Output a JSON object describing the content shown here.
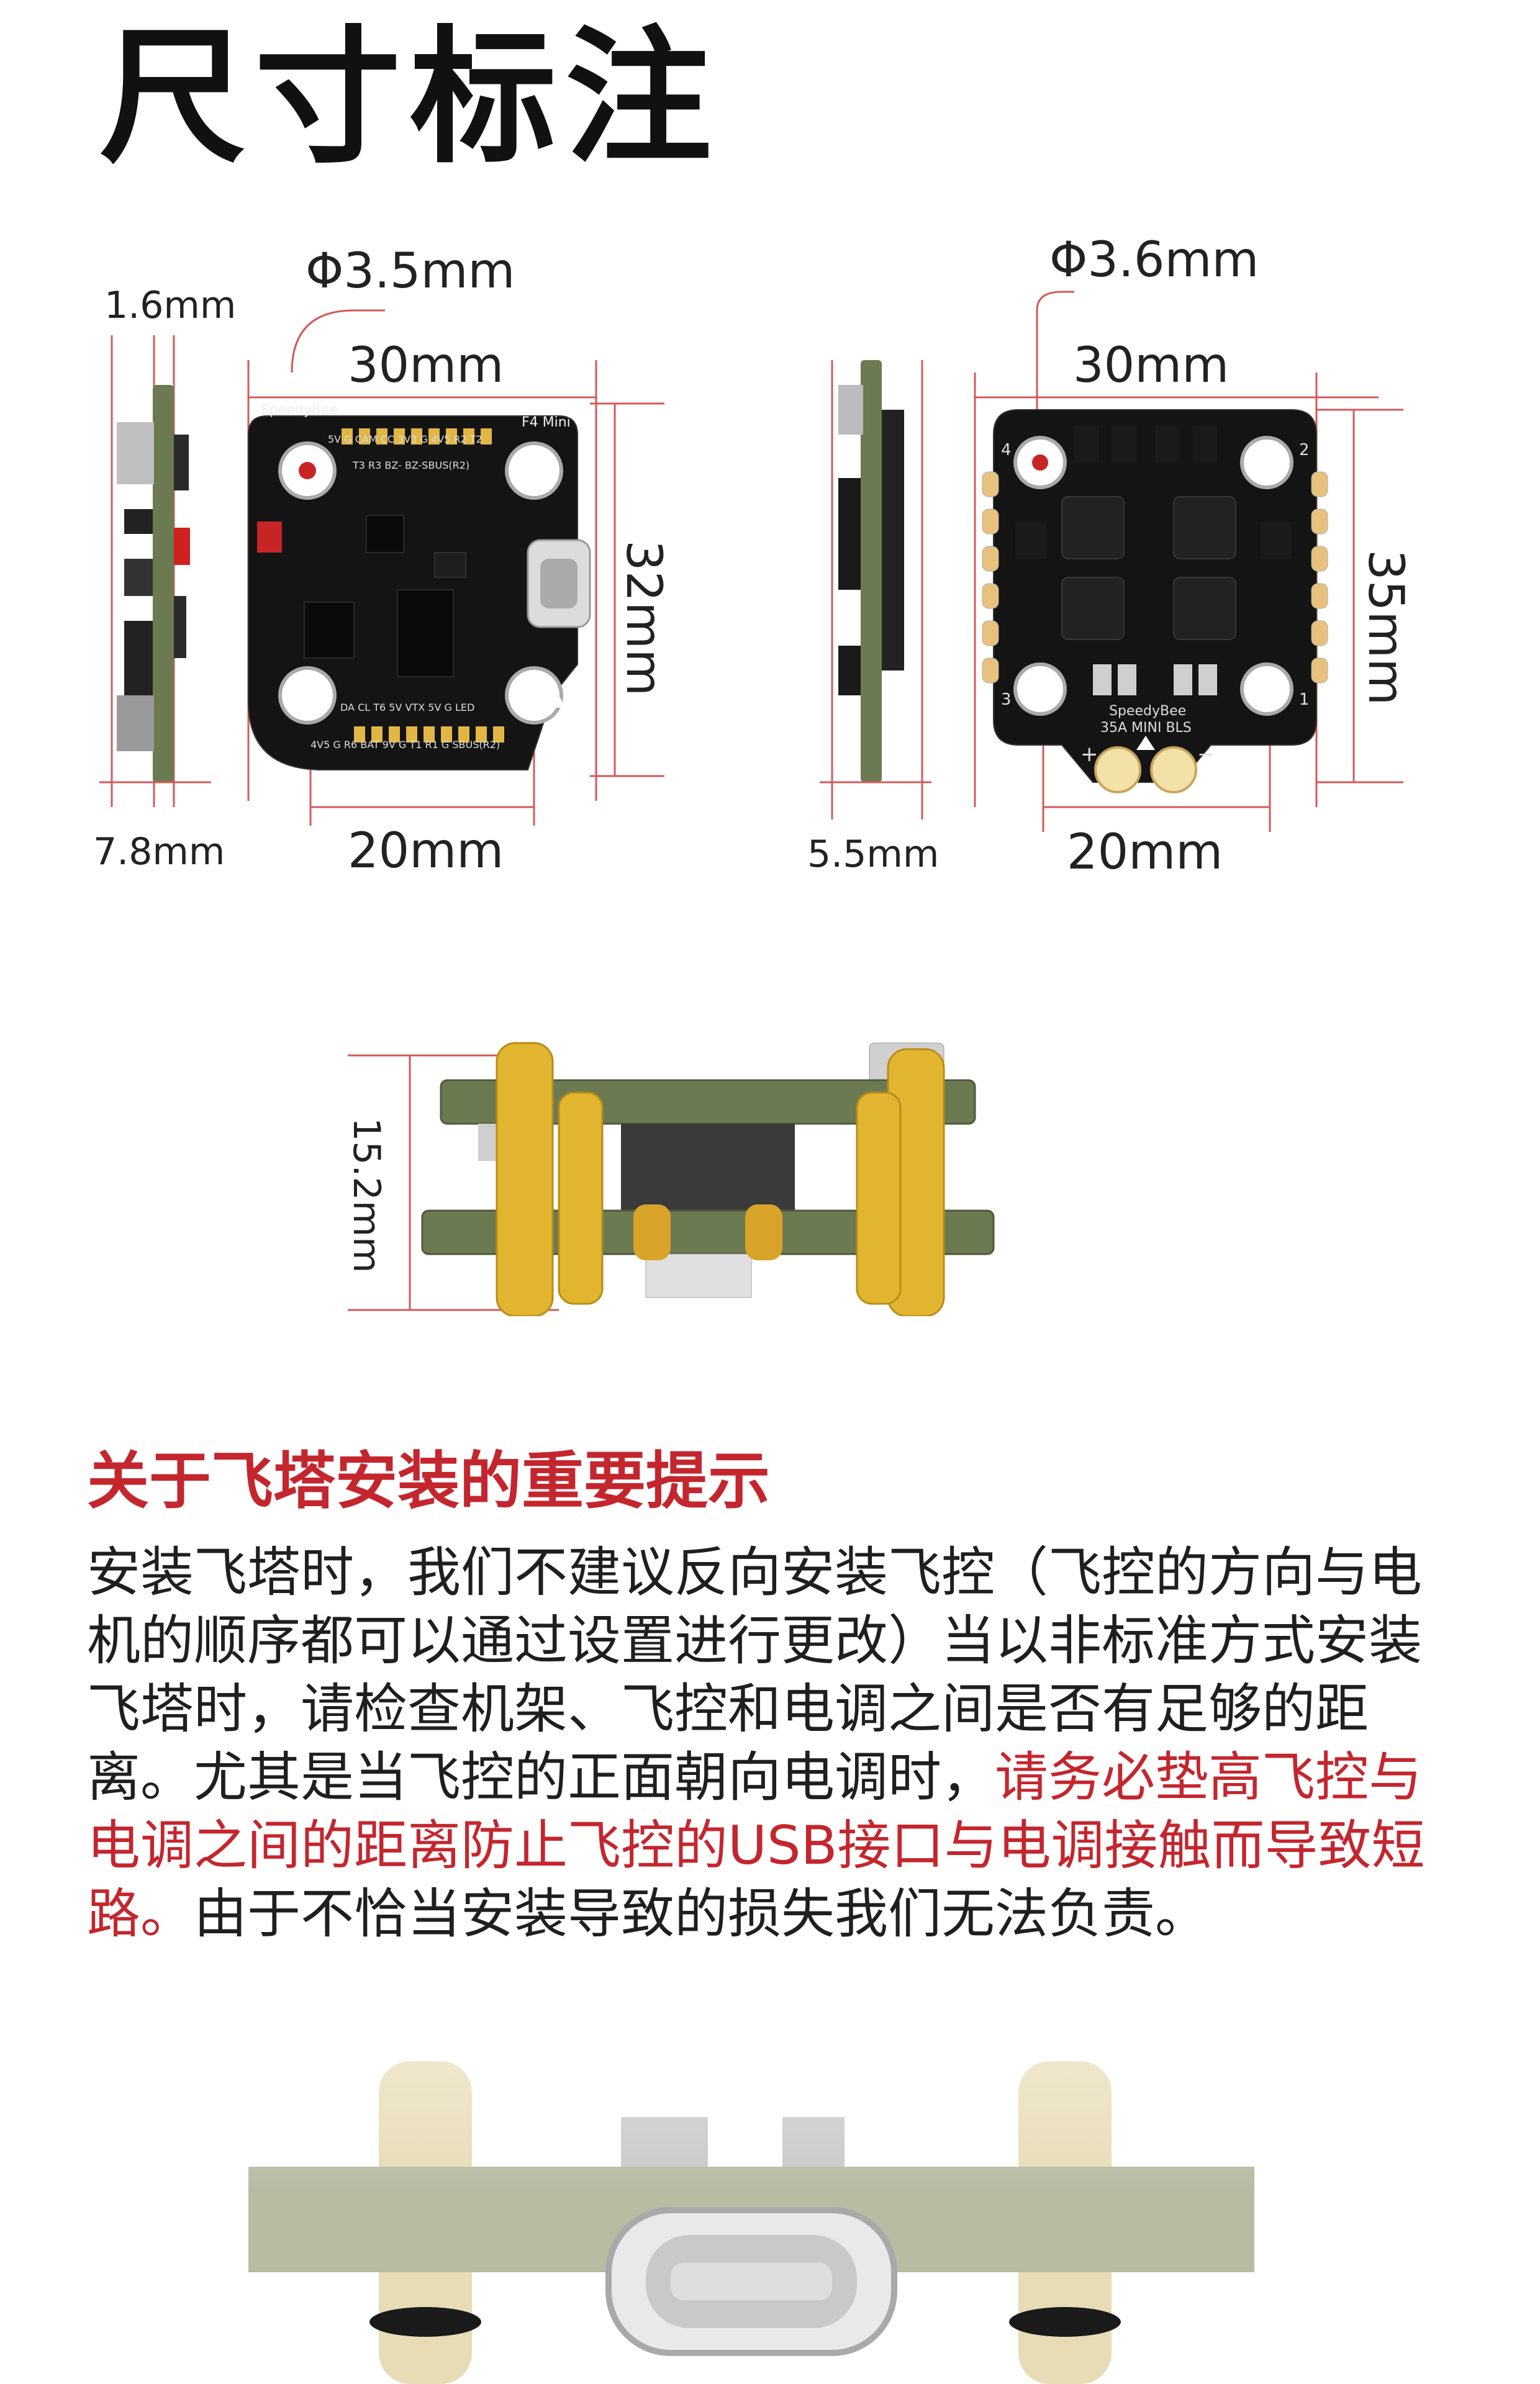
{
  "page": {
    "title": "尺寸标注"
  },
  "fc_board": {
    "side_thickness": "1.6mm",
    "side_height": "7.8mm",
    "hole_diameter": "Φ3.5mm",
    "top_width": "30mm",
    "hole_spacing": "20mm",
    "height": "32mm",
    "brand": "SpeedyBee",
    "model": "F4 Mini",
    "pad_labels_top": "5V G CAM CC 3V3 G 4V5 R2 T2",
    "pad_labels_row2": "T3 R3 BZ- BZ-SBUS(R2)",
    "pad_labels_bottom": "DA CL T6 5V VTX 5V G LED",
    "pad_labels_bottom2": "4V5 G R6 BAT 9V G T1 R1 G SBUS(R2)"
  },
  "esc_board": {
    "side_height": "5.5mm",
    "hole_diameter": "Φ3.6mm",
    "top_width": "30mm",
    "hole_spacing": "20mm",
    "height": "35mm",
    "label_line1": "SpeedyBee",
    "label_line2": "35A MINI BLS",
    "corner_numbers": [
      "1",
      "2",
      "3",
      "4"
    ],
    "polarity_plus": "+",
    "polarity_minus": "−"
  },
  "stack": {
    "height": "15.2mm"
  },
  "warning": {
    "title": "关于飞塔安装的重要提示",
    "text_1": "安装飞塔时，我们不建议反向安装飞控（飞控的方向与电机的顺序都可以通过设置进行更改）当以非标准方式安装飞塔时，请检查机架、飞控和电调之间是否有足够的距离。尤其是当飞控的正面朝向电调时，",
    "text_red": "请务必垫高飞控与电调之间的距离防止飞控的USB接口与电调接触而导致短路。",
    "text_2": "由于不恰当安装导致的损失我们无法负责。"
  },
  "colors": {
    "accent_red": "#c4262e",
    "pcb_black": "#141414",
    "pcb_green": "#6c7a52",
    "standoff_yellow": "#e1b52f"
  }
}
